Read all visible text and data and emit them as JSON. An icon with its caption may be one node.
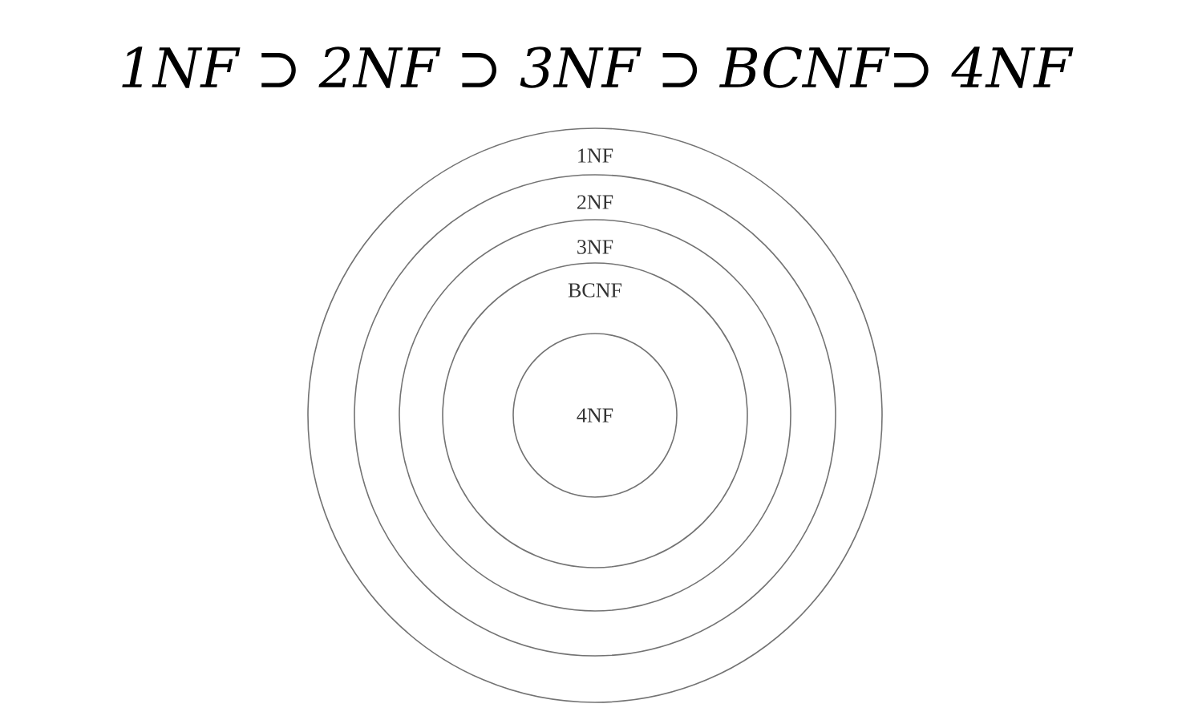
{
  "diagram": {
    "title": "1NF ⊃ 2NF ⊃ 3NF ⊃ BCNF⊃ 4NF",
    "nodes": [
      {
        "text": [
          "1NF"
        ]
      },
      {
        "text": [
          "2NF"
        ],
        "in": 0
      },
      {
        "text": [
          "3NF"
        ],
        "in": 1
      },
      {
        "text": [
          "BCNF"
        ],
        "in": 2
      },
      {
        "text": [
          "4NF"
        ],
        "in": 3
      }
    ]
  }
}
